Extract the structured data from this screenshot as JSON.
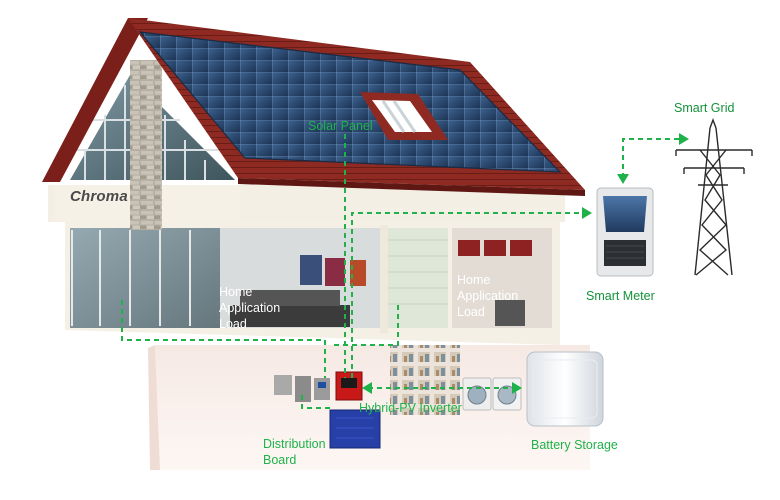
{
  "brand": "Chroma",
  "labels": {
    "solar_panel": "Solar Panel",
    "smart_grid": "Smart Grid",
    "smart_meter": "Smart Meter",
    "home_load_left": "Home\nApplication\nLoad",
    "home_load_right": "Home\nApplication\nLoad",
    "hybrid_inverter": "Hybrid-PV Inverter",
    "distribution_board": "Distribution\nBoard",
    "battery_storage": "Battery Storage"
  },
  "colors": {
    "connector": "#1fb24a",
    "label_green": "#1fb24a",
    "roof_tile": "#8e2a22",
    "solar_panel": "#2e4f7a",
    "wall": "#f3efe4"
  }
}
